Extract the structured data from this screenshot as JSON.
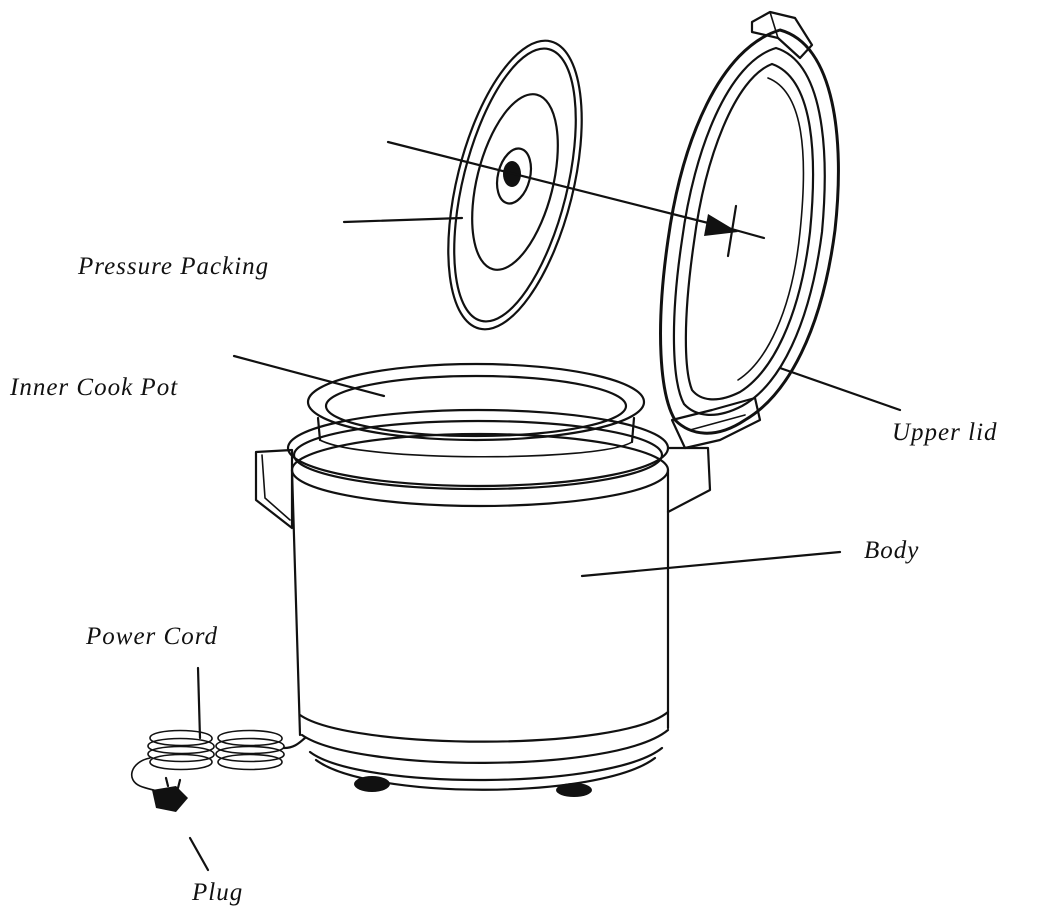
{
  "labels": {
    "pressure_packing": "Pressure Packing",
    "inner_cook_pot": "Inner Cook Pot",
    "upper_lid": "Upper lid",
    "body": "Body",
    "power_cord": "Power Cord",
    "plug": "Plug"
  },
  "colors": {
    "ink": "#111111",
    "background": "#ffffff"
  }
}
